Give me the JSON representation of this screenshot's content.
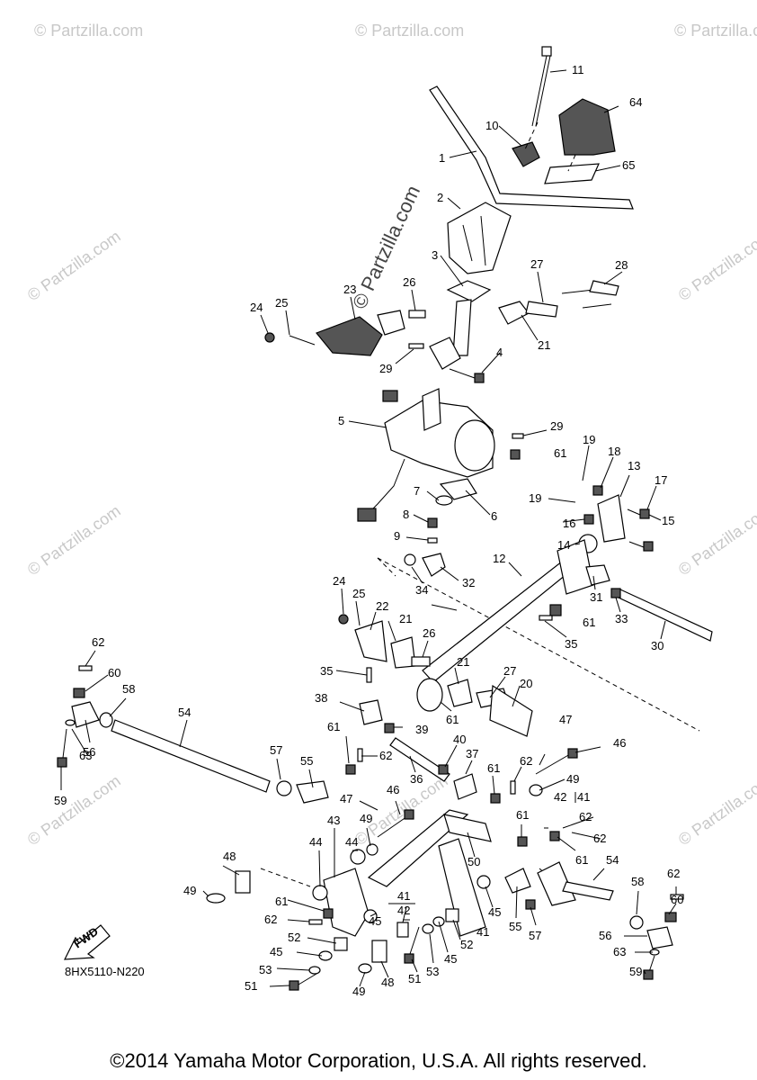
{
  "diagram_code": "8HX5110-N220",
  "copyright": "©2014 Yamaha Motor Corporation, U.S.A. All rights reserved.",
  "watermark": "© Partzilla.com",
  "fwd_label": "FWD",
  "callouts": [
    {
      "id": "c1",
      "label": "1"
    },
    {
      "id": "c2",
      "label": "2"
    },
    {
      "id": "c3",
      "label": "3"
    },
    {
      "id": "c4",
      "label": "4"
    },
    {
      "id": "c5",
      "label": "5"
    },
    {
      "id": "c6",
      "label": "6"
    },
    {
      "id": "c7",
      "label": "7"
    },
    {
      "id": "c8",
      "label": "8"
    },
    {
      "id": "c9",
      "label": "9"
    },
    {
      "id": "c10",
      "label": "10"
    },
    {
      "id": "c11",
      "label": "11"
    },
    {
      "id": "c12",
      "label": "12"
    },
    {
      "id": "c13",
      "label": "13"
    },
    {
      "id": "c14",
      "label": "14"
    },
    {
      "id": "c15",
      "label": "15"
    },
    {
      "id": "c16",
      "label": "16"
    },
    {
      "id": "c17",
      "label": "17"
    },
    {
      "id": "c18",
      "label": "18"
    },
    {
      "id": "c19a",
      "label": "19"
    },
    {
      "id": "c19b",
      "label": "19"
    },
    {
      "id": "c20",
      "label": "20"
    },
    {
      "id": "c21a",
      "label": "21"
    },
    {
      "id": "c21b",
      "label": "21"
    },
    {
      "id": "c21c",
      "label": "21"
    },
    {
      "id": "c22",
      "label": "22"
    },
    {
      "id": "c23",
      "label": "23"
    },
    {
      "id": "c24a",
      "label": "24"
    },
    {
      "id": "c24b",
      "label": "24"
    },
    {
      "id": "c25a",
      "label": "25"
    },
    {
      "id": "c25b",
      "label": "25"
    },
    {
      "id": "c26a",
      "label": "26"
    },
    {
      "id": "c26b",
      "label": "26"
    },
    {
      "id": "c27a",
      "label": "27"
    },
    {
      "id": "c27b",
      "label": "27"
    },
    {
      "id": "c28",
      "label": "28"
    },
    {
      "id": "c29a",
      "label": "29"
    },
    {
      "id": "c29b",
      "label": "29"
    },
    {
      "id": "c30",
      "label": "30"
    },
    {
      "id": "c31",
      "label": "31"
    },
    {
      "id": "c32",
      "label": "32"
    },
    {
      "id": "c33",
      "label": "33"
    },
    {
      "id": "c34",
      "label": "34"
    },
    {
      "id": "c35a",
      "label": "35"
    },
    {
      "id": "c35b",
      "label": "35"
    },
    {
      "id": "c36",
      "label": "36"
    },
    {
      "id": "c37",
      "label": "37"
    },
    {
      "id": "c38",
      "label": "38"
    },
    {
      "id": "c39",
      "label": "39"
    },
    {
      "id": "c40",
      "label": "40"
    },
    {
      "id": "c41a",
      "label": "41"
    },
    {
      "id": "c41b",
      "label": "41"
    },
    {
      "id": "c41c",
      "label": "41"
    },
    {
      "id": "c42a",
      "label": "42"
    },
    {
      "id": "c42b",
      "label": "42"
    },
    {
      "id": "c43",
      "label": "43"
    },
    {
      "id": "c44a",
      "label": "44"
    },
    {
      "id": "c44b",
      "label": "44"
    },
    {
      "id": "c45a",
      "label": "45"
    },
    {
      "id": "c45b",
      "label": "45"
    },
    {
      "id": "c45c",
      "label": "45"
    },
    {
      "id": "c45d",
      "label": "45"
    },
    {
      "id": "c46a",
      "label": "46"
    },
    {
      "id": "c46b",
      "label": "46"
    },
    {
      "id": "c47a",
      "label": "47"
    },
    {
      "id": "c47b",
      "label": "47"
    },
    {
      "id": "c48a",
      "label": "48"
    },
    {
      "id": "c48b",
      "label": "48"
    },
    {
      "id": "c49a",
      "label": "49"
    },
    {
      "id": "c49b",
      "label": "49"
    },
    {
      "id": "c49c",
      "label": "49"
    },
    {
      "id": "c49d",
      "label": "49"
    },
    {
      "id": "c50",
      "label": "50"
    },
    {
      "id": "c51a",
      "label": "51"
    },
    {
      "id": "c51b",
      "label": "51"
    },
    {
      "id": "c52a",
      "label": "52"
    },
    {
      "id": "c52b",
      "label": "52"
    },
    {
      "id": "c53a",
      "label": "53"
    },
    {
      "id": "c53b",
      "label": "53"
    },
    {
      "id": "c54a",
      "label": "54"
    },
    {
      "id": "c54b",
      "label": "54"
    },
    {
      "id": "c55a",
      "label": "55"
    },
    {
      "id": "c55b",
      "label": "55"
    },
    {
      "id": "c56a",
      "label": "56"
    },
    {
      "id": "c56b",
      "label": "56"
    },
    {
      "id": "c57a",
      "label": "57"
    },
    {
      "id": "c57b",
      "label": "57"
    },
    {
      "id": "c58a",
      "label": "58"
    },
    {
      "id": "c58b",
      "label": "58"
    },
    {
      "id": "c59a",
      "label": "59"
    },
    {
      "id": "c59b",
      "label": "59"
    },
    {
      "id": "c60a",
      "label": "60"
    },
    {
      "id": "c60b",
      "label": "60"
    },
    {
      "id": "c61a",
      "label": "61"
    },
    {
      "id": "c61b",
      "label": "61"
    },
    {
      "id": "c61c",
      "label": "61"
    },
    {
      "id": "c61d",
      "label": "61"
    },
    {
      "id": "c61e",
      "label": "61"
    },
    {
      "id": "c61f",
      "label": "61"
    },
    {
      "id": "c61g",
      "label": "61"
    },
    {
      "id": "c61h",
      "label": "61"
    },
    {
      "id": "c62a",
      "label": "62"
    },
    {
      "id": "c62b",
      "label": "62"
    },
    {
      "id": "c62c",
      "label": "62"
    },
    {
      "id": "c62d",
      "label": "62"
    },
    {
      "id": "c62e",
      "label": "62"
    },
    {
      "id": "c62f",
      "label": "62"
    },
    {
      "id": "c62g",
      "label": "62"
    },
    {
      "id": "c63a",
      "label": "63"
    },
    {
      "id": "c63b",
      "label": "63"
    },
    {
      "id": "c64",
      "label": "64"
    },
    {
      "id": "c65",
      "label": "65"
    }
  ]
}
